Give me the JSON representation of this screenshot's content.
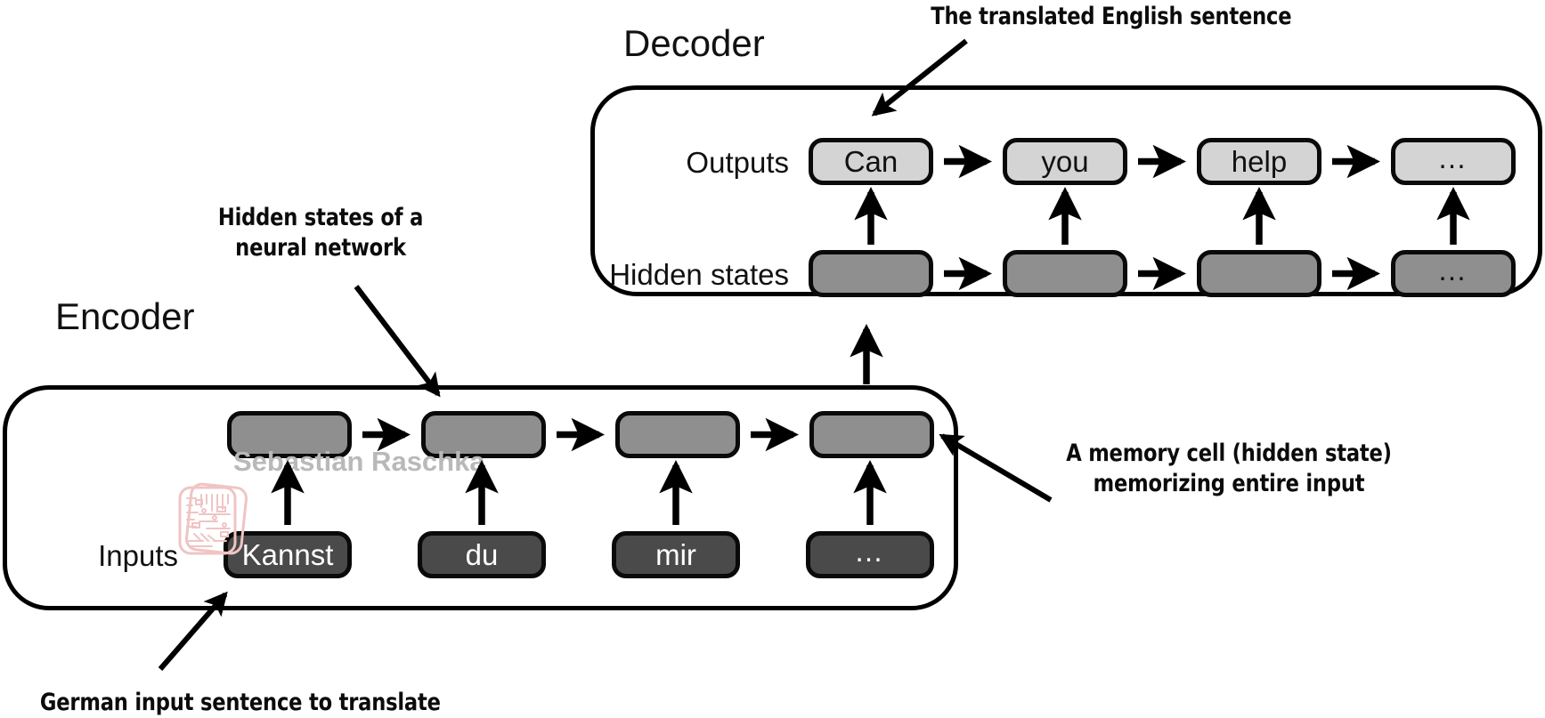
{
  "diagram": {
    "title_encoder": "Encoder",
    "title_decoder": "Decoder",
    "row_labels": {
      "outputs": "Outputs",
      "hidden_states": "Hidden states",
      "inputs": "Inputs"
    },
    "decoder": {
      "outputs": [
        "Can",
        "you",
        "help",
        "…"
      ],
      "hidden_states": [
        "",
        "",
        "",
        "…"
      ]
    },
    "encoder": {
      "hidden_states": [
        "",
        "",
        "",
        ""
      ],
      "inputs": [
        "Kannst",
        "du",
        "mir",
        "…"
      ]
    },
    "annotations": {
      "translated": "The translated English sentence",
      "hidden_states_nn_line1": "Hidden states of a",
      "hidden_states_nn_line2": "neural network",
      "memory_cell_line1": "A memory cell (hidden state)",
      "memory_cell_line2": "memorizing entire input",
      "german_input": "German input sentence to translate"
    },
    "watermark": {
      "text": "Sebastian Raschka",
      "logo_name": "circuit-board-icon"
    },
    "colors": {
      "hidden_cell": "#8f8f8f",
      "output_cell": "#d4d4d4",
      "input_cell": "#4a4a4a",
      "stroke": "#0a0a0a",
      "watermark_text": "#b9b9b9",
      "watermark_logo": "#f3c9c9"
    }
  }
}
